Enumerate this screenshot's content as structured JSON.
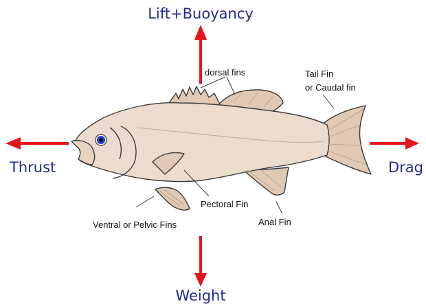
{
  "forces": {
    "up": "Lift+Buoyancy",
    "left": "Thrust",
    "right": "Drag",
    "down": "Weight"
  },
  "parts": {
    "dorsal": "dorsal fins",
    "tail_line1": "Tail Fin",
    "tail_line2": "or Caudal fin",
    "pectoral": "Pectoral Fin",
    "ventral": "Ventral or Pelvic Fins",
    "anal": "Anal Fin"
  },
  "colors": {
    "arrow": "#e8141b",
    "force_text": "#232a8f",
    "fish_body": "#ecdccd",
    "fin": "#e0c9b5",
    "eye": "#1f3fd8"
  }
}
